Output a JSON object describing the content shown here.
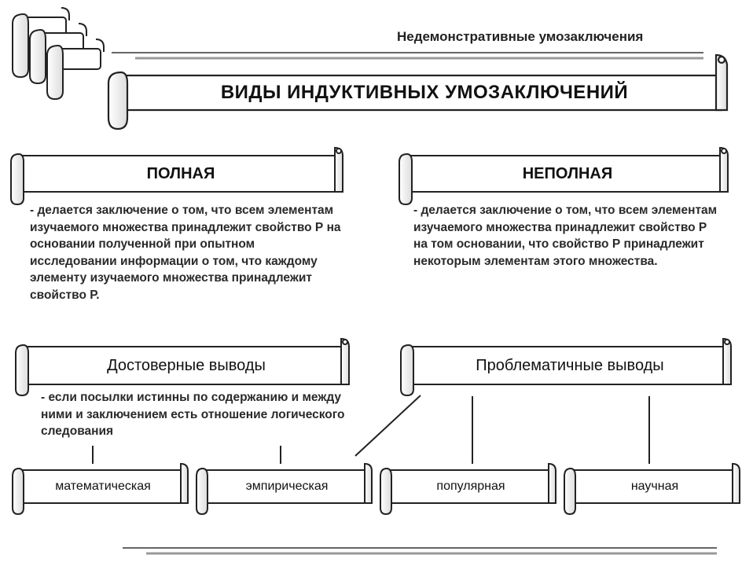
{
  "header": {
    "subtitle": "Недемонстративные умозаключения"
  },
  "title": "ВИДЫ ИНДУКТИВНЫХ УМОЗАКЛЮЧЕНИЙ",
  "types": {
    "full": {
      "label": "ПОЛНАЯ",
      "description": "- делается заключение о том, что всем элементам изучаемого множества принадлежит свойство Р на основании полученной при опытном исследовании информации о том, что каждому элементу изучаемого множества принадлежит свойство Р."
    },
    "incomplete": {
      "label": "НЕПОЛНАЯ",
      "description": "- делается заключение о том, что всем элементам изучаемого множества принадлежит свойство Р на том основании, что свойство Р принадлежит некоторым элементам этого множества."
    }
  },
  "conclusions": {
    "reliable": {
      "label": "Достоверные выводы",
      "description": "- если посылки истинны по содержанию и между ними и заключением есть отношение логического следования"
    },
    "problematic": {
      "label": "Проблематичные выводы"
    }
  },
  "categories": [
    "математическая",
    "эмпирическая",
    "популярная",
    "научная"
  ]
}
